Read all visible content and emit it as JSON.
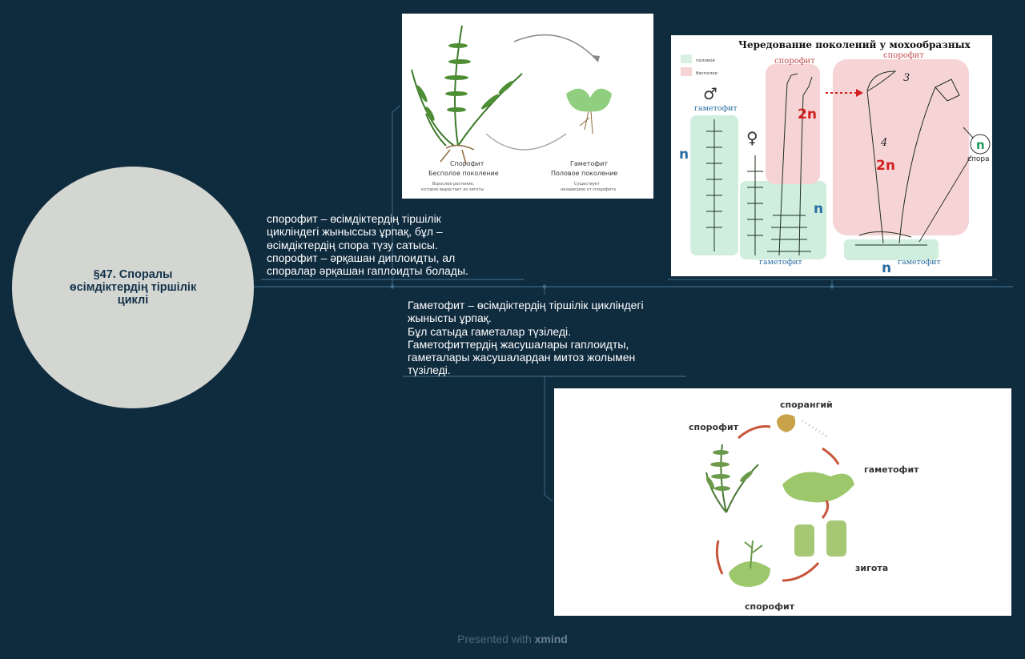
{
  "root": {
    "title_lines": [
      "§47. Споралы",
      "өсімдіктердің тіршілік",
      "циклі"
    ]
  },
  "sporophyte_topic": {
    "lines": [
      "спорофит – өсімдіктердің тіршілік",
      "циклiндегі жыныссыз ұрпақ, бұл –",
      "өсімдіктердің спора түзу сатысы.",
      "спорофит – әрқашан диплоидты, ал",
      "споралар әрқашан гаплоидты болады."
    ]
  },
  "gametophyte_topic": {
    "lines": [
      "Гаметофит – өсімдіктердің тіршілік циклiндегі",
      "жынысты ұрпақ.",
      "Бұл сатыда гаметалар түзіледі.",
      "Гаметофиттердің жасушалары гаплоидты,",
      "гаметалары жасушалардан митоз жолымен",
      "түзіледі."
    ]
  },
  "image1": {
    "left_caption": [
      "Спорофит",
      "Бесполое поколение",
      "Взрослое растение,",
      "которое вырастает из зиготы"
    ],
    "right_caption": [
      "Гаметофит",
      "Половое поколение",
      "Существует",
      "независимо от спорофита"
    ]
  },
  "image2": {
    "title": "Чередование поколений у мохообразных",
    "legend": [
      "половое",
      "бесполое"
    ],
    "labels": {
      "sporophyte_1": "спорофит",
      "sporophyte_2": "спорофит",
      "gametophyte_top": "гаметофит",
      "gametophyte_bottom_1": "гаметофит",
      "gametophyte_bottom_2": "гаметофит",
      "male": "♂",
      "female": "♀",
      "n1": "n",
      "n2": "n",
      "n3": "n",
      "n4": "n",
      "two_n_1": "2n",
      "two_n_2": "2n",
      "num3": "3",
      "num4": "4",
      "spore": "спора"
    }
  },
  "image3": {
    "labels": {
      "sporangium": "спорангий",
      "sporophyte_top": "спорофит",
      "gametophyte": "гаметофит",
      "zygote": "зигота",
      "sporophyte_bottom": "спорофит"
    }
  },
  "footer": {
    "prefix": "Presented with",
    "brand": "xmind"
  },
  "colors": {
    "background": "#0f2b3e",
    "connector": "#3d6a86",
    "root": "#d4d6d2"
  }
}
